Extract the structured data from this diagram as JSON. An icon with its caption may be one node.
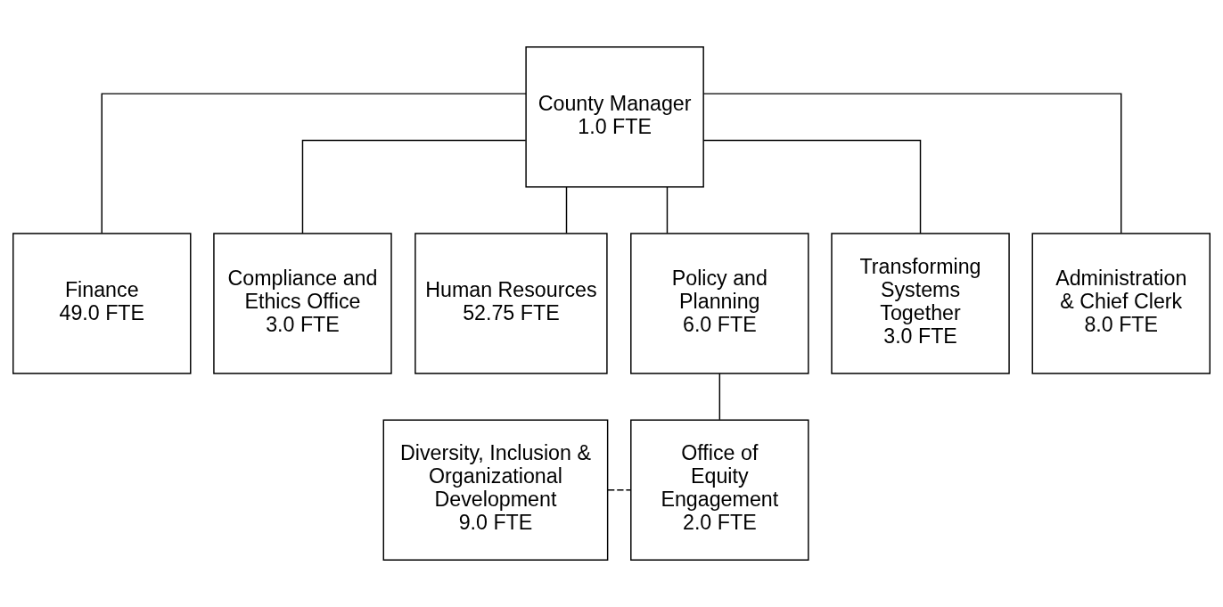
{
  "diagram": {
    "nodes": [
      {
        "text": [
          "County Manager",
          "1.0 FTE"
        ]
      },
      {
        "text": [
          "Finance",
          "49.0 FTE"
        ]
      },
      {
        "text": [
          "Compliance and Ethics Office",
          "3.0 FTE"
        ]
      },
      {
        "text": [
          "Human Resources",
          "52.75 FTE"
        ]
      },
      {
        "text": [
          "Policy and Planning",
          "6.0 FTE"
        ]
      },
      {
        "text": [
          "Transforming Systems Together",
          "3.0 FTE"
        ]
      },
      {
        "text": [
          "Administration & Chief Clerk",
          "8.0 FTE"
        ]
      },
      {
        "text": [
          "Diversity, Inclusion & Organizational Development",
          "9.0 FTE"
        ]
      },
      {
        "text": [
          "Office of Equity Engagement",
          "2.0 FTE"
        ]
      }
    ],
    "edges": [
      {
        "from": 0,
        "to": 1,
        "arrow": "none"
      },
      {
        "from": 0,
        "to": 2,
        "arrow": "none"
      },
      {
        "from": 0,
        "to": 3,
        "arrow": "none"
      },
      {
        "from": 0,
        "to": 4,
        "arrow": "none"
      },
      {
        "from": 0,
        "to": 5,
        "arrow": "none"
      },
      {
        "from": 0,
        "to": 6,
        "arrow": "none"
      },
      {
        "from": 4,
        "to": 8,
        "arrow": "none"
      },
      {
        "from": 7,
        "to": 8,
        "arrow": "none",
        "style": "dashed"
      }
    ]
  }
}
